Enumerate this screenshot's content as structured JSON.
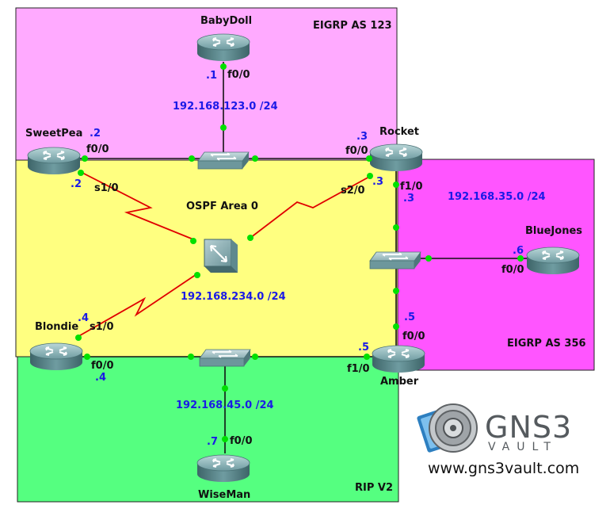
{
  "areas": {
    "eigrp123": "EIGRP AS 123",
    "ospf": "OSPF Area 0",
    "eigrp356": "EIGRP AS 356",
    "rip": "RIP V2"
  },
  "colors": {
    "eigrp123": "#ffaaff",
    "ospf": "#ffff80",
    "eigrp356": "#ff55ff",
    "rip": "#55ff80",
    "link": "#111111",
    "serial": "#e00000",
    "port": "#00e000"
  },
  "routers": {
    "babydoll": "BabyDoll",
    "sweetpea": "SweetPea",
    "rocket": "Rocket",
    "bluejones": "BlueJones",
    "blondie": "Blondie",
    "amber": "Amber",
    "wiseman": "WiseMan"
  },
  "networks": {
    "n123": "192.168.123.0 /24",
    "n35": "192.168.35.0 /24",
    "n234": "192.168.234.0 /24",
    "n45": "192.168.45.0 /24"
  },
  "interfaces": {
    "babydoll_f00": "f0/0",
    "sweetpea_f00": "f0/0",
    "sweetpea_s10": "s1/0",
    "rocket_f00": "f0/0",
    "rocket_s20": "s2/0",
    "rocket_f10": "f1/0",
    "bluejones_f00": "f0/0",
    "blondie_s10": "s1/0",
    "blondie_f00": "f0/0",
    "amber_f00": "f0/0",
    "amber_f10": "f1/0",
    "wiseman_f00": "f0/0"
  },
  "addresses": {
    "babydoll_f00": ".1",
    "sweetpea_f00": ".2",
    "sweetpea_s10": ".2",
    "rocket_f00": ".3",
    "rocket_s20": ".3",
    "rocket_f10": ".3",
    "bluejones_f00": ".6",
    "blondie_s10": ".4",
    "blondie_f00": ".4",
    "amber_f00": ".5",
    "amber_f10": ".5",
    "wiseman_f00": ".7"
  },
  "logo": {
    "brand": "GNS3",
    "sub": "VAULT",
    "url": "www.gns3vault.com"
  }
}
